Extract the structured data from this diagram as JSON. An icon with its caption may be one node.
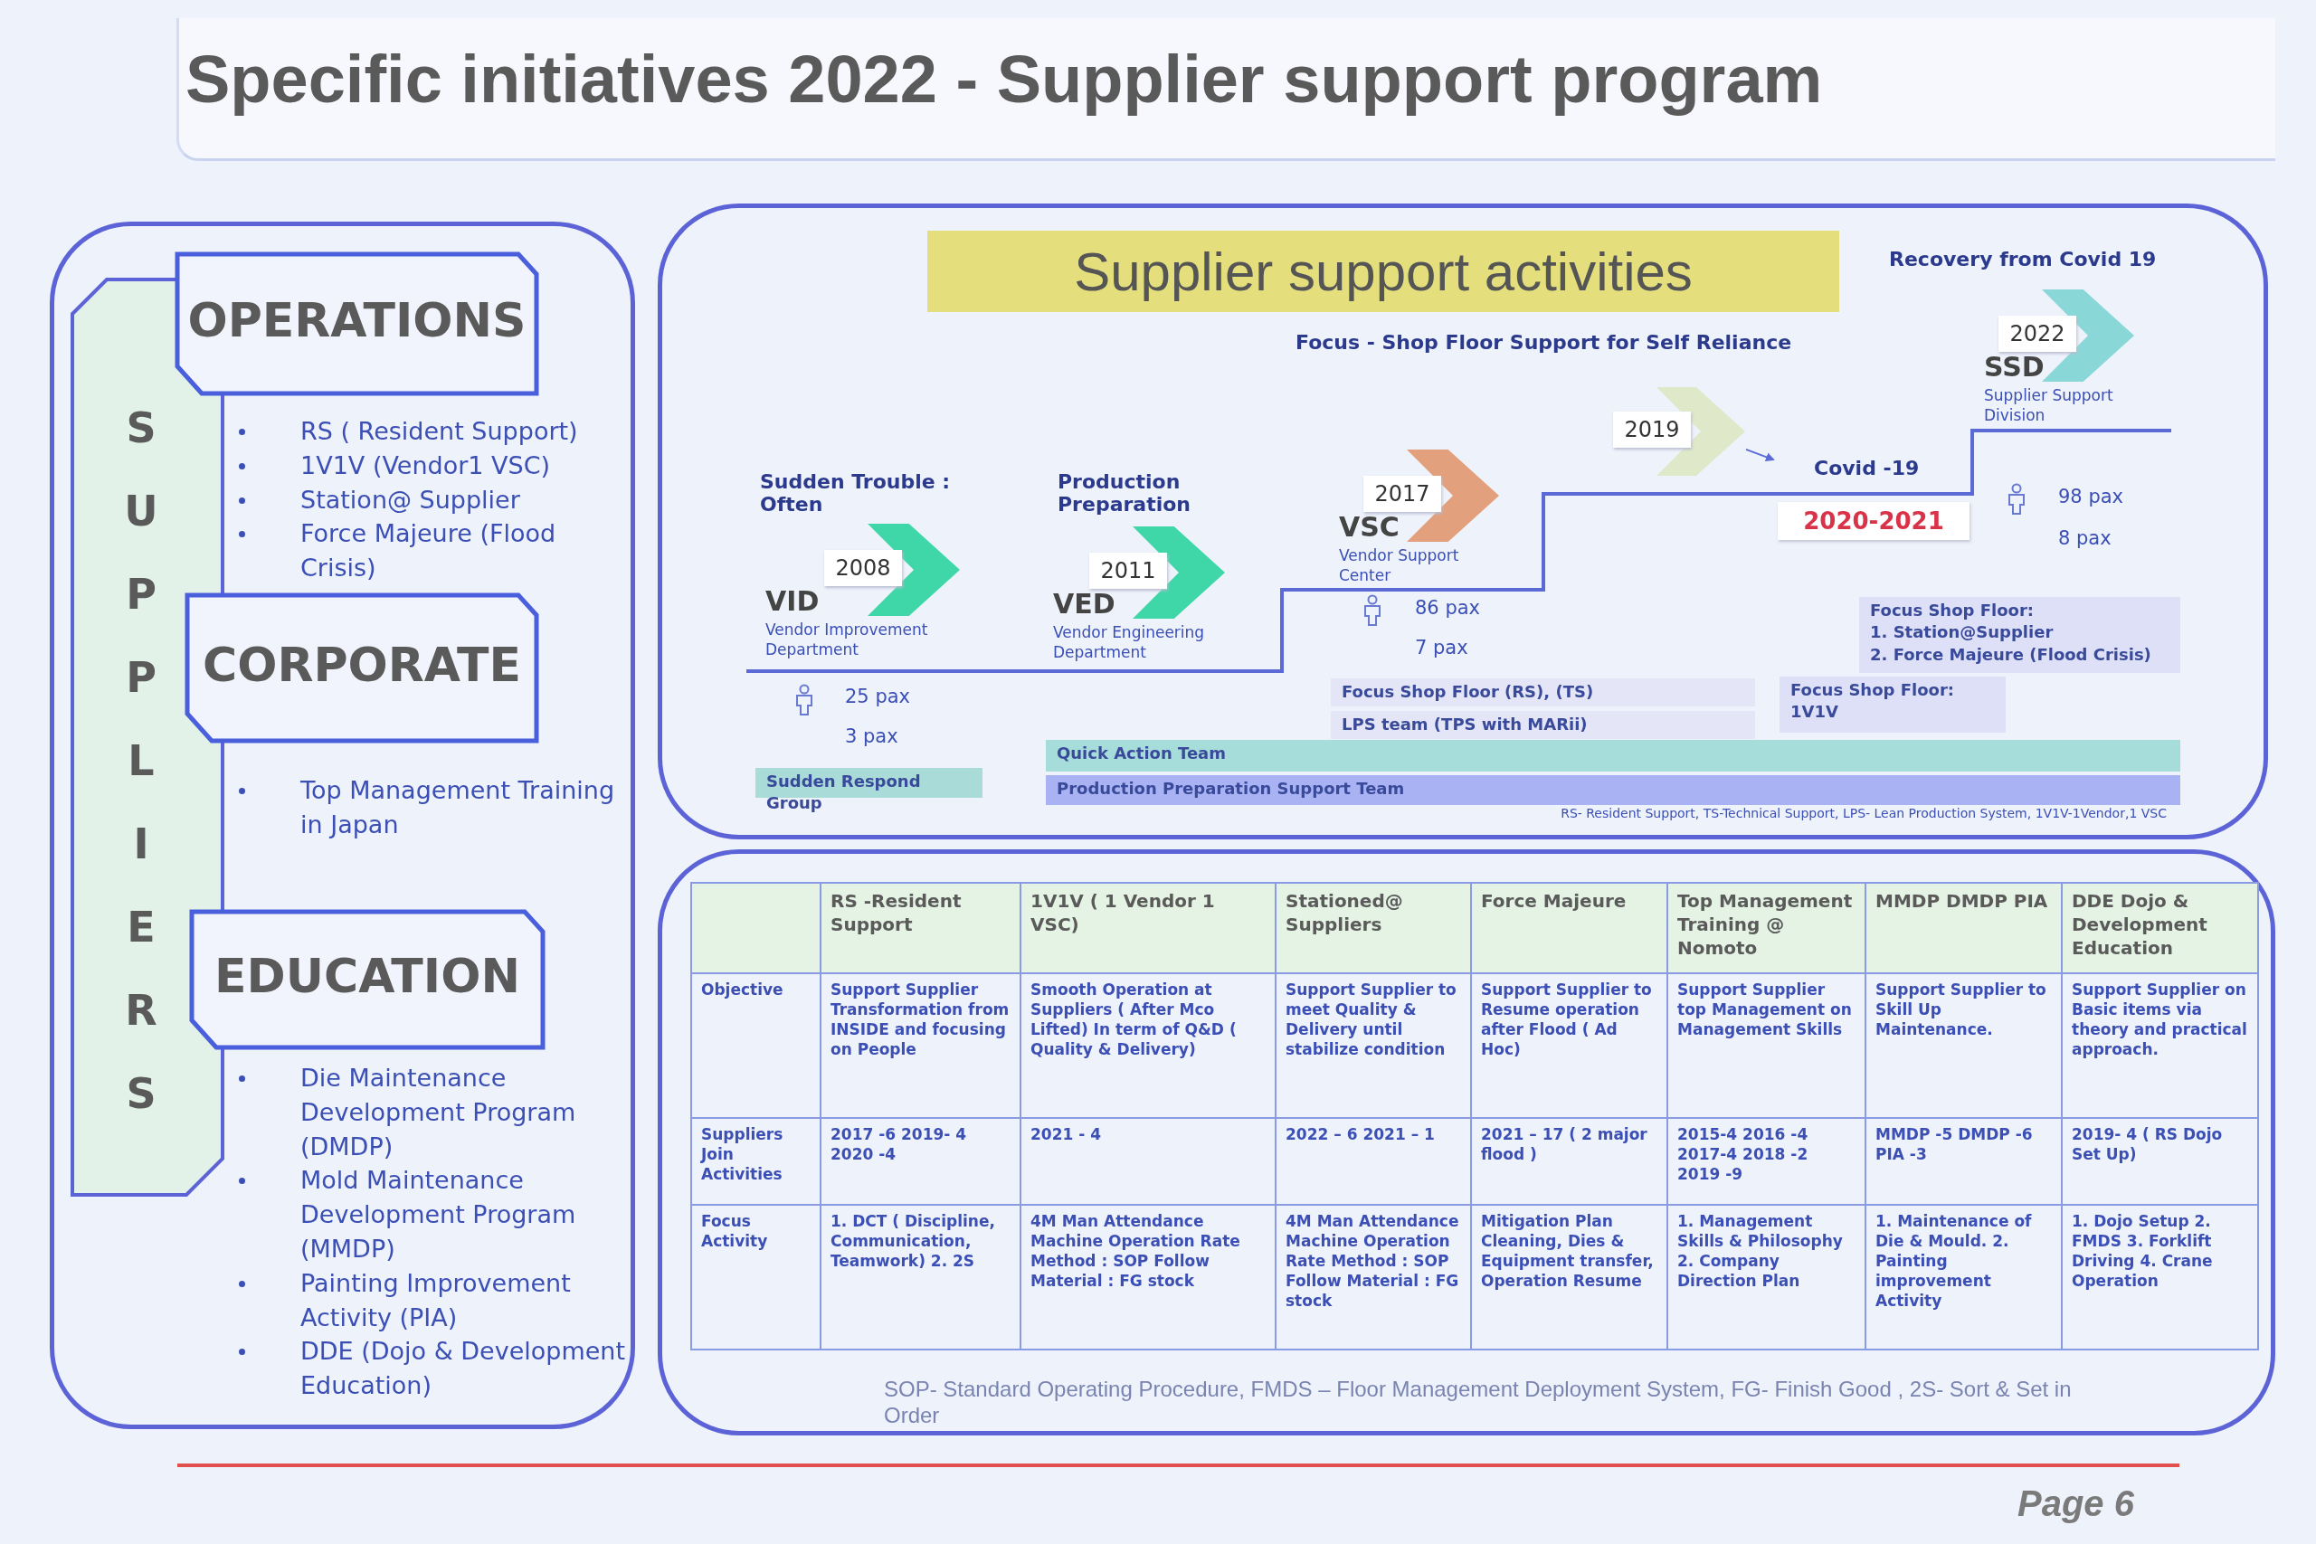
{
  "diagram": {
    "title": "Specific initiatives 2022 - Supplier support program",
    "nodes": [
      {
        "text": [],
        "shape": "box"
      },
      {
        "text": [
          "SUPPLIERS"
        ],
        "in": 0
      },
      {
        "text": [
          "OPERATIONS"
        ],
        "in": 0,
        "beside": [
          "RS ( Resident Support)",
          "1V1V (Vendor1 VSC)",
          "Station@ Supplier",
          "Force Majeure (Flood Crisis)"
        ]
      },
      {
        "text": [
          "CORPORATE"
        ],
        "in": 0,
        "beside": [
          "Top Management Training in Japan"
        ]
      },
      {
        "text": [
          "EDUCATION"
        ],
        "in": 0,
        "beside": [
          "Die Maintenance Development Program (DMDP)",
          "Mold Maintenance Development Program (MMDP)",
          "Painting Improvement Activity (PIA)",
          "DDE (Dojo & Development Education)"
        ]
      },
      {
        "text": [],
        "shape": "box"
      },
      {
        "text": [
          "Supplier support activities"
        ],
        "in": 5
      },
      {
        "text": [
          "2008",
          "VID",
          "Vendor Improvement Department"
        ],
        "in": 5,
        "beside": [
          "Sudden Trouble : Often"
        ]
      },
      {
        "text": [
          "2011",
          "VED",
          "Vendor Engineering Department"
        ],
        "in": 5,
        "beside": [
          "Production Preparation"
        ]
      },
      {
        "text": [
          "2017",
          "VSC",
          "Vendor Support Center"
        ],
        "in": 5
      },
      {
        "text": [
          "2019"
        ],
        "in": 5
      },
      {
        "text": [
          "Covid -19",
          "2020-2021"
        ],
        "in": 5
      },
      {
        "text": [
          "2022",
          "SSD",
          "Supplier Support Division"
        ],
        "in": 5
      },
      {
        "text": [
          "Sudden Respond Group"
        ],
        "in": 5
      },
      {
        "text": [
          "Focus Shop Floor (RS), (TS)"
        ],
        "in": 5
      },
      {
        "text": [
          "LPS team (TPS with MARii)"
        ],
        "in": 5
      },
      {
        "text": [
          "Focus Shop Floor:",
          "1V1V"
        ],
        "in": 5
      },
      {
        "text": [
          "Focus  Shop Floor:",
          "1. Station@Supplier",
          "2. Force Majeure (Flood Crisis)"
        ],
        "in": 5
      },
      {
        "text": [
          "Quick Action Team"
        ],
        "in": 5
      },
      {
        "text": [
          "Production Preparation Support Team"
        ],
        "in": 5
      }
    ],
    "edges": [
      {
        "from": 10,
        "to": 11,
        "arrow": "to"
      }
    ],
    "labels": [
      "Focus - Shop Floor Support for Self Reliance",
      "Recovery from Covid 19",
      "25 pax",
      "3 pax",
      "86 pax",
      "7 pax",
      "98 pax",
      "8 pax",
      "RS- Resident Support,  TS-Technical Support,  LPS- Lean Production System, 1V1V-1Vendor,1 VSC",
      "RS -Resident Support",
      "1V1V ( 1 Vendor 1 VSC)",
      "Stationed@ Suppliers",
      "Force Majeure",
      "Top Management Training @ Nomoto",
      "MMDP DMDP PIA",
      "DDE Dojo & Development Education",
      "Objective",
      "Support Supplier Transformation from INSIDE and focusing on People",
      "Smooth Operation at Suppliers ( After Mco Lifted) In term of Q&D ( Quality & Delivery)",
      "Support Supplier to meet Quality & Delivery until stabilize condition",
      "Support Supplier to Resume operation after Flood ( Ad Hoc)",
      "Support Supplier top Management on Management Skills",
      "Support Supplier to  Skill Up Maintenance.",
      "Support Supplier on Basic items via theory and practical approach.",
      "Suppliers Join Activities",
      "2017 -6 2019- 4 2020 -4",
      "2021 - 4",
      "2022 – 6 2021 – 1",
      "2021 – 17 ( 2 major flood )",
      "2015-4 2016 -4 2017-4 2018 -2 2019 -9",
      "MMDP -5 DMDP -6 PIA -3",
      "2019- 4 ( RS Dojo Set Up)",
      "Focus Activity",
      "1. DCT ( Discipline, Communication, Teamwork) 2. 2S",
      "4M Man Attendance Machine Operation Rate Method : SOP Follow Material : FG stock",
      "4M Man Attendance Machine Operation Rate Method : SOP Follow Material : FG stock",
      "Mitigation Plan Cleaning, Dies & Equipment transfer, Operation Resume",
      "1. Management Skills & Philosophy 2. Company Direction Plan",
      "1. Maintenance of Die & Mould. 2. Painting improvement Activity",
      "1. Dojo Setup 2. FMDS 3. Forklift Driving 4. Crane Operation",
      "SOP- Standard Operating Procedure, FMDS – Floor Management Deployment System, FG- Finish Good , 2S- Sort & Set in Order",
      "Page 6"
    ]
  }
}
